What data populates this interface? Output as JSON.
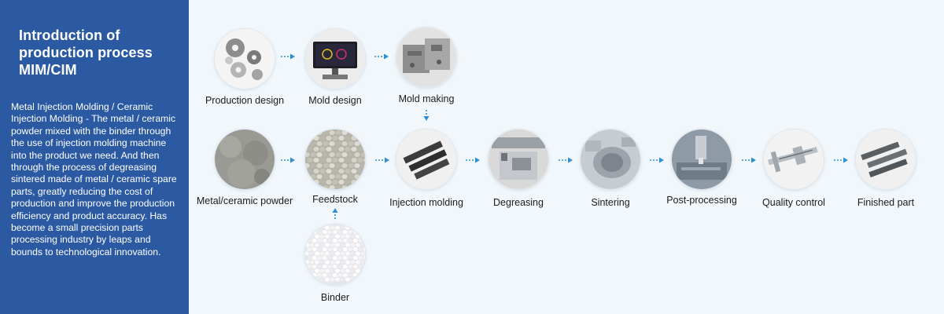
{
  "panel": {
    "title": "Introduction of production process MIM/CIM",
    "description": "Metal Injection Molding / Ceramic Injection Molding - The metal / ceramic powder mixed with the binder through the use of injection molding machine into the product we need. And then through the process of degreasing sintered made of metal / ceramic spare parts, greatly reducing the cost of production and improve the production efficiency and product accuracy. Has become a small precision parts processing industry by leaps and bounds to technological innovation."
  },
  "steps": {
    "production_design": "Production design",
    "mold_design": "Mold design",
    "mold_making": "Mold making",
    "metal_ceramic_powder": "Metal/ceramic powder",
    "feedstock": "Feedstock",
    "injection_molding": "Injection molding",
    "degreasing": "Degreasing",
    "sintering": "Sintering",
    "post_processing": "Post-processing",
    "quality_control": "Quality control",
    "finished_part": "Finished part",
    "binder": "Binder"
  },
  "colors": {
    "panel": "#2b5aa3",
    "arrow": "#2d8fd6",
    "background": "#f1f7fb"
  }
}
